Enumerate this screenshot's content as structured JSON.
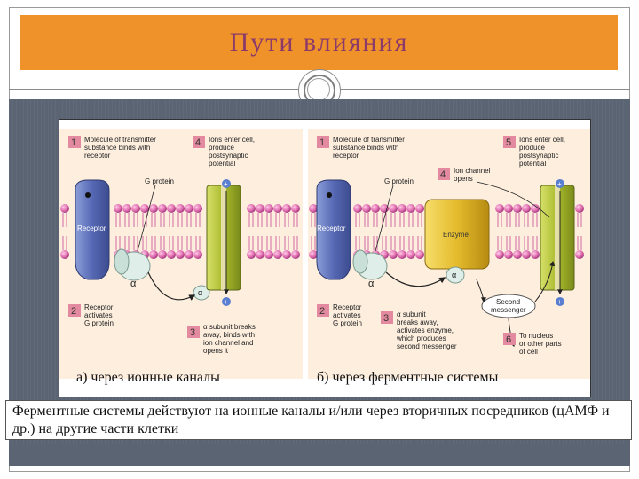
{
  "title": "Пути влияния",
  "left_diagram": {
    "caption": "а) через ионные каналы",
    "steps": [
      {
        "num": "1",
        "text": [
          "Molecule of transmitter",
          "substance binds with",
          "receptor"
        ]
      },
      {
        "num": "2",
        "text": [
          "Receptor",
          "activates",
          "G protein"
        ]
      },
      {
        "num": "3",
        "text": [
          "α subunit breaks",
          "away, binds with",
          "ion channel and",
          "opens it"
        ]
      },
      {
        "num": "4",
        "text": [
          "Ions enter cell,",
          "produce",
          "postsynaptic",
          "potential"
        ]
      }
    ],
    "labels": {
      "g_protein": "G protein",
      "receptor": "Receptor",
      "alpha": "α",
      "plus": "+"
    }
  },
  "right_diagram": {
    "caption": "б) через ферментные системы",
    "steps": [
      {
        "num": "1",
        "text": [
          "Molecule of transmitter",
          "substance binds with",
          "receptor"
        ]
      },
      {
        "num": "2",
        "text": [
          "Receptor",
          "activates",
          "G protein"
        ]
      },
      {
        "num": "3",
        "text": [
          "α subunit",
          "breaks away,",
          "activates enzyme,",
          "which produces",
          "second messenger"
        ]
      },
      {
        "num": "4",
        "text": [
          "Ion channel",
          "opens"
        ]
      },
      {
        "num": "5",
        "text": [
          "Ions enter cell,",
          "produce",
          "postsynaptic",
          "potential"
        ]
      },
      {
        "num": "6",
        "text": [
          "To nucleus",
          "or other parts",
          "of cell"
        ]
      }
    ],
    "labels": {
      "g_protein": "G protein",
      "receptor": "Receptor",
      "enzyme": "Enzyme",
      "second_messenger": [
        "Second",
        "messenger"
      ],
      "alpha": "α",
      "plus": "+"
    }
  },
  "bottom_text": "Ферментные системы действуют на ионные каналы и/или через вторичных посредников (цАМФ и др.) на другие части клетки",
  "colors": {
    "title_bar": "#f0922a",
    "title_text": "#8b3a6a",
    "band": "#5b6473",
    "membrane_pink": "#e07ab0",
    "membrane_bg": "#fbe3d3",
    "receptor_blue": "#6a7fc4",
    "channel_green": "#b7c83a",
    "enzyme_yellow": "#e8c53a",
    "step_box_pink": "#e48aa0"
  }
}
